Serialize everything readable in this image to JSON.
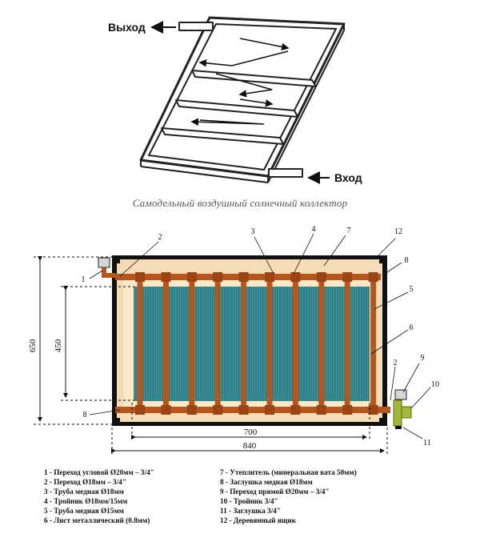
{
  "top_figure": {
    "outlet_label": "Выход",
    "inlet_label": "Вход"
  },
  "caption": "Самодельный воздушный солнечный коллектор",
  "dimensions": {
    "height_total": "650",
    "height_inner": "450",
    "width_inner": "700",
    "width_total": "840"
  },
  "callouts": [
    "1",
    "2",
    "3",
    "4",
    "7",
    "12",
    "8",
    "5",
    "6",
    "2",
    "9",
    "10",
    "11",
    "8"
  ],
  "legend_left": [
    "1  - Переход угловой Ø20мм – 3/4\"",
    "2  - Переход  Ø18мм – 3/4\"",
    "3  - Труба медная  Ø18мм",
    "4  - Тройник  Ø18мм/15мм",
    "5  - Труба медная  Ø15мм",
    "6  - Лист металлический (0.8мм)"
  ],
  "legend_right": [
    "7  - Утеплитель (минеральная вата 50мм)",
    "8  - Заглушка медная  Ø18мм",
    "9 - Переход прямой Ø20мм – 3/4\"",
    "10 - Тройник 3/4\"",
    "11 - Заглушка 3/4\"",
    "12 - Деревянный ящик"
  ],
  "colors": {
    "frame": "#111111",
    "insulation": "#f3dcb6",
    "insulation_inner": "#f6e2bf",
    "pipe": "#b5561e",
    "absorber": "#2e7f86",
    "fitting": "#a5b73a"
  }
}
